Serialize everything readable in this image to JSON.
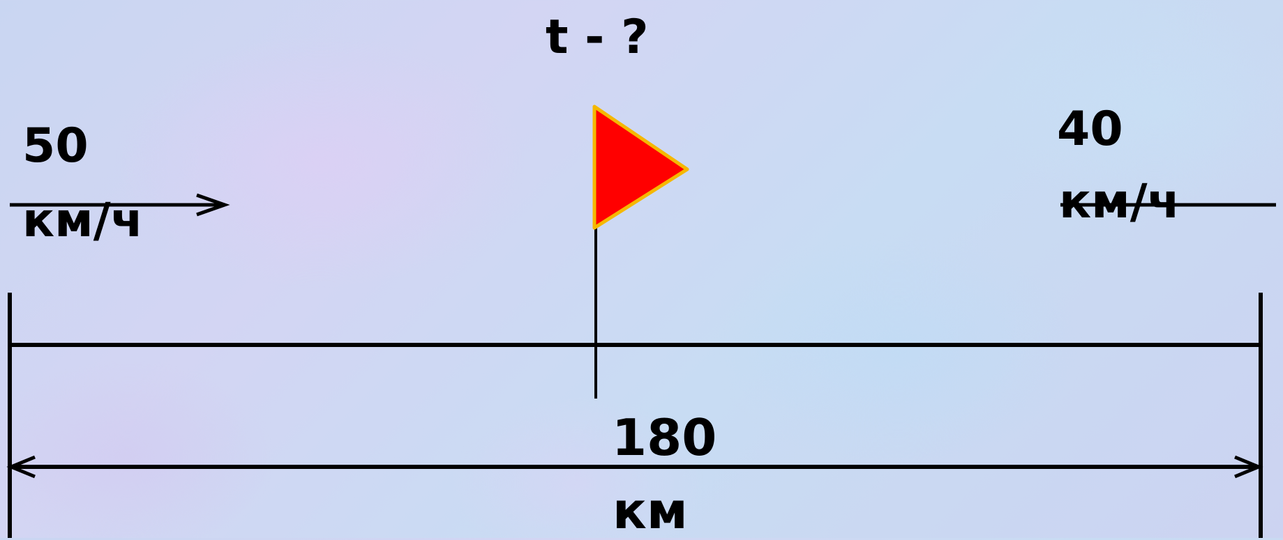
{
  "question": "t - ?",
  "left_car": {
    "speed_value": "50",
    "speed_unit": "км/ч"
  },
  "right_car": {
    "speed_value": "40",
    "speed_unit": "км/ч"
  },
  "distance": {
    "value": "180",
    "unit": "км"
  },
  "colors": {
    "flag_fill": "#ff0000",
    "flag_outline": "#f5b800",
    "line_color": "#000000"
  }
}
